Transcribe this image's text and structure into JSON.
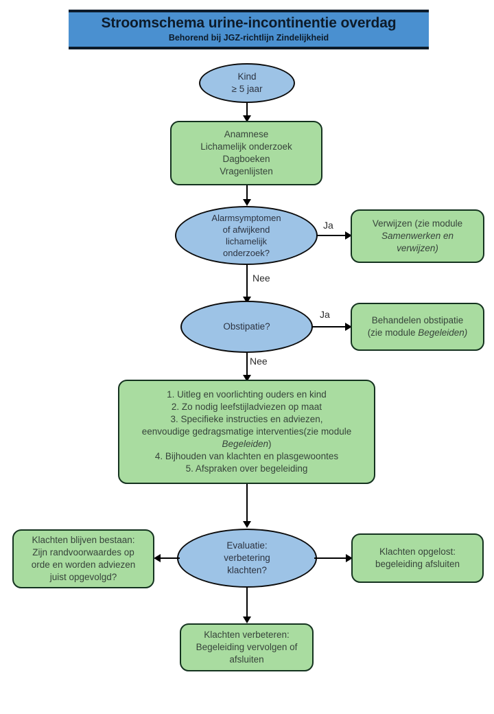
{
  "header": {
    "title": "Stroomschema urine-incontinentie overdag",
    "subtitle": "Behorend bij JGZ-richtlijn Zindelijkheid",
    "bar_color": "#4a90d0",
    "border_color": "#0d1b2a"
  },
  "palette": {
    "process_fill": "#a9dca0",
    "process_border": "#14321f",
    "decision_fill": "#9dc3e6",
    "decision_border": "#0c0c0c",
    "connector": "#000000"
  },
  "nodes": {
    "start": {
      "shape": "ellipse",
      "lines": [
        "Kind",
        "≥ 5 jaar"
      ]
    },
    "assessment": {
      "shape": "box",
      "lines": [
        "Anamnese",
        "Lichamelijk onderzoek",
        "Dagboeken",
        "Vragenlijsten"
      ]
    },
    "alarm_decision": {
      "shape": "ellipse",
      "lines": [
        "Alarmsymptomen",
        "of afwijkend",
        "lichamelijk",
        "onderzoek?"
      ]
    },
    "refer": {
      "shape": "box",
      "line1": "Verwijzen (zie module",
      "line2_italic": "Samenwerken en",
      "line3_italic": "verwijzen)"
    },
    "constipation_decision": {
      "shape": "ellipse",
      "lines": [
        "Obstipatie?"
      ]
    },
    "treat_constipation": {
      "shape": "box",
      "line1": "Behandelen obstipatie",
      "line2_prefix": "(zie module ",
      "line2_italic": "Begeleiden)"
    },
    "interventions": {
      "shape": "box",
      "items": [
        "1.   Uitleg en voorlichting ouders en kind",
        "2.   Zo nodig leefstijladviezen op maat",
        "3.   Specifieke instructies en adviezen,"
      ],
      "item3_cont_prefix": "eenvoudige gedragsmatige interventies(zie module ",
      "item3_cont_italic": "Begeleiden",
      "item3_cont_suffix": ")",
      "item4": "4.   Bijhouden van klachten en plasgewoontes",
      "item5": "5.   Afspraken over begeleiding"
    },
    "evaluation": {
      "shape": "ellipse",
      "lines": [
        "Evaluatie:",
        "verbetering",
        "klachten?"
      ]
    },
    "complaints_persist": {
      "shape": "box",
      "lines": [
        "Klachten blijven bestaan:",
        "Zijn randvoorwaardes op",
        "orde en worden adviezen",
        "juist opgevolgd?"
      ]
    },
    "complaints_resolved": {
      "shape": "box",
      "lines": [
        "Klachten opgelost:",
        "begeleiding afsluiten"
      ]
    },
    "complaints_improving": {
      "shape": "box",
      "lines": [
        "Klachten verbeteren:",
        "Begeleiding vervolgen of",
        "afsluiten"
      ]
    }
  },
  "edges": {
    "alarm_yes": "Ja",
    "alarm_no": "Nee",
    "constipation_yes": "Ja",
    "constipation_no": "Nee"
  }
}
